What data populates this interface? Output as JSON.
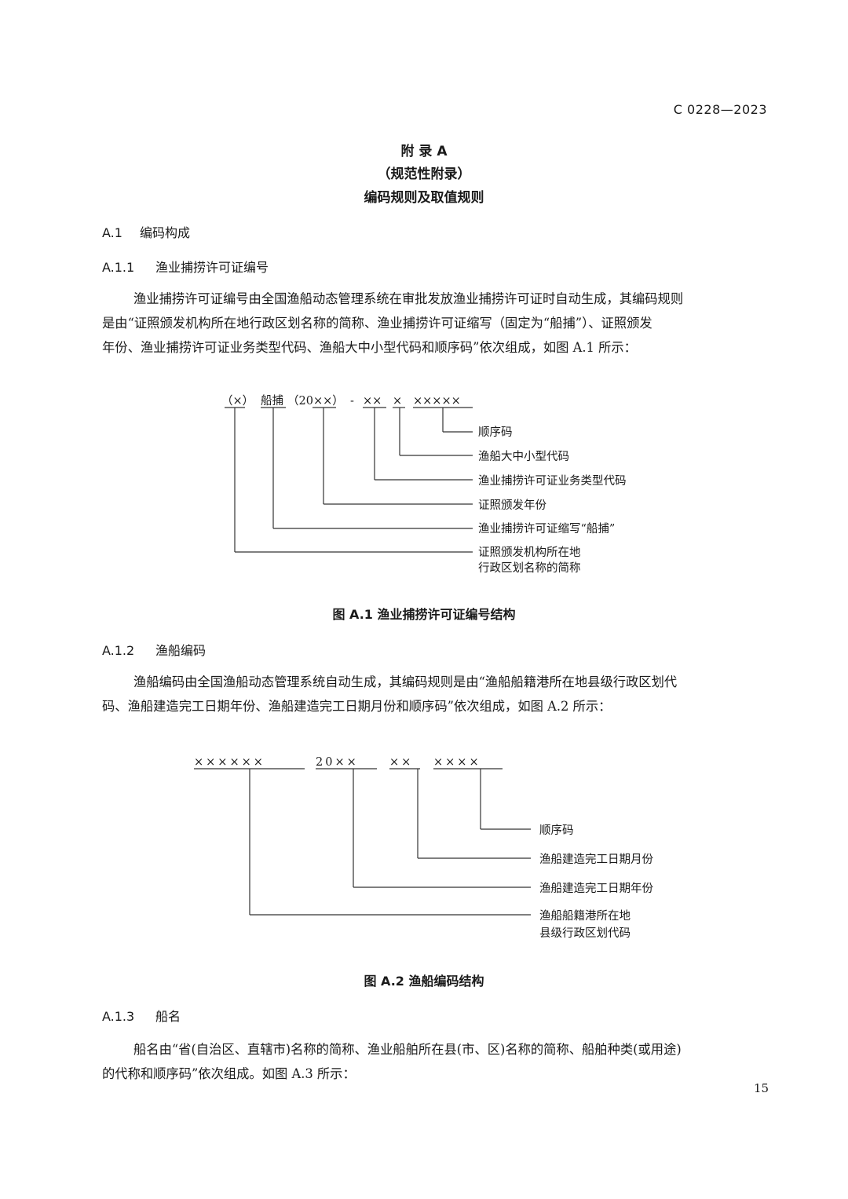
{
  "header": {
    "doc_id": "C 0228—2023"
  },
  "appendix": {
    "title": "附  录  A",
    "subtitle": "（规范性附录）",
    "name": "编码规则及取值规则"
  },
  "sections": {
    "a1": {
      "number": "A.1",
      "title": "编码构成"
    },
    "a11": {
      "number": "A.1.1",
      "title": "渔业捕捞许可证编号",
      "line1": "渔业捕捞许可证编号由全国渔船动态管理系统在审批发放渔业捕捞许可证时自动生成，其编码规则",
      "line2": "是由“证照颁发机构所在地行政区划名称的简称、渔业捕捞许可证缩写（固定为“船捕”）、证照颁发",
      "line3": "年份、渔业捕捞许可证业务类型代码、渔船大中小型代码和顺序码”依次组成，如图 A.1 所示："
    },
    "a12": {
      "number": "A.1.2",
      "title": "渔船编码",
      "line1": "渔船编码由全国渔船动态管理系统自动生成，其编码规则是由“渔船船籍港所在地县级行政区划代",
      "line2": "码、渔船建造完工日期年份、渔船建造完工日期月份和顺序码”依次组成，如图 A.2 所示："
    },
    "a13": {
      "number": "A.1.3",
      "title": "船名",
      "line1": "船名由“省(自治区、直辖市)名称的简称、渔业船舶所在县(市、区)名称的简称、船舶种类(或用途)",
      "line2": "的代称和顺序码”依次组成。如图 A.3 所示："
    }
  },
  "figure1": {
    "code": {
      "p1": "（×）",
      "p2": "船捕",
      "p3": "（20××）",
      "dash": "-",
      "p4": "××",
      "p5": "×",
      "p6": "×××××"
    },
    "labels": {
      "seq": "顺序码",
      "size": "渔船大中小型代码",
      "business": "渔业捕捞许可证业务类型代码",
      "year": "证照颁发年份",
      "abbr": "渔业捕捞许可证缩写“船捕”",
      "region1": "证照颁发机构所在地",
      "region2": "行政区划名称的简称"
    },
    "caption": "图 A.1   渔业捕捞许可证编号结构"
  },
  "figure2": {
    "code": {
      "p1": "××××××",
      "p2": "20××",
      "p3": "××",
      "p4": "××××"
    },
    "labels": {
      "seq": "顺序码",
      "month": "渔船建造完工日期月份",
      "year": "渔船建造完工日期年份",
      "port1": "渔船船籍港所在地",
      "port2": "县级行政区划代码"
    },
    "caption": "图 A.2   渔船编码结构"
  },
  "footer": {
    "page_number": "15"
  }
}
